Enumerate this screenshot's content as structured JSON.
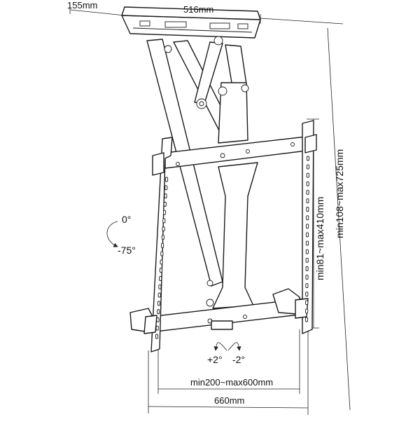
{
  "dimensions": {
    "top_depth": "155mm",
    "top_width": "516mm",
    "height_range": "min108~max725mm",
    "vesa_vertical": "min81~max410mm",
    "vesa_horizontal": "min200~max600mm",
    "bracket_width": "660mm"
  },
  "tilt": {
    "upper": "0°",
    "lower": "-75°"
  },
  "swivel": {
    "left": "+2°",
    "right": "-2°"
  },
  "colors": {
    "line": "#1a1a1a",
    "background": "#ffffff"
  }
}
